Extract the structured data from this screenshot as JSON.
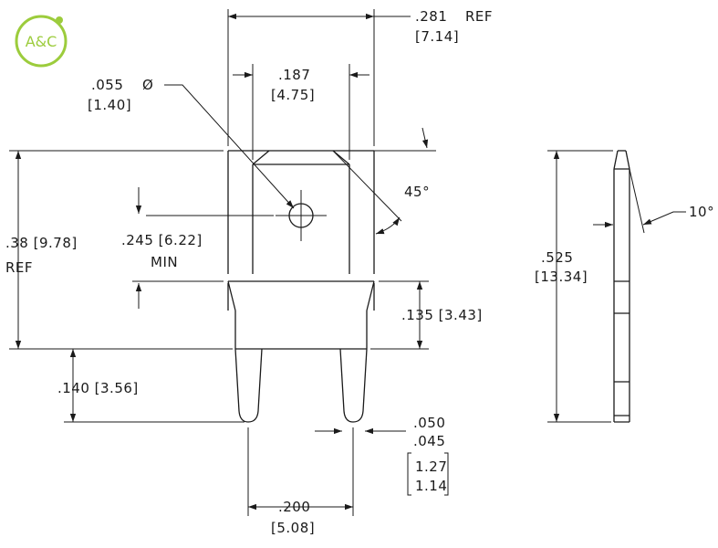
{
  "logo": {
    "text": "A&C",
    "color": "#9ccc3c"
  },
  "colors": {
    "line": "#1a1a1a",
    "background": "#ffffff"
  },
  "dimensions": {
    "width_ref_in": ".281",
    "ref_word": "REF",
    "width_ref_mm": "[7.14]",
    "hole_dia_in": ".055",
    "diameter_symbol": "Ø",
    "hole_dia_mm": "[1.40]",
    "slot_width_in": ".187",
    "slot_width_mm": "[4.75]",
    "angle_45": "45°",
    "total_height": ".38 [9.78]",
    "total_height_ref": "REF",
    "hole_offset": ".245 [6.22]",
    "hole_offset_min": "MIN",
    "shoulder": ".135 [3.43]",
    "leg_length": ".140 [3.56]",
    "leg_width_a": ".050",
    "leg_width_b": ".045",
    "leg_width_a_mm": "1.27",
    "leg_width_b_mm": "1.14",
    "leg_spacing_in": ".200",
    "leg_spacing_mm": "[5.08]",
    "side_height_in": ".525",
    "side_height_mm": "[13.34]",
    "angle_10": "10°"
  }
}
